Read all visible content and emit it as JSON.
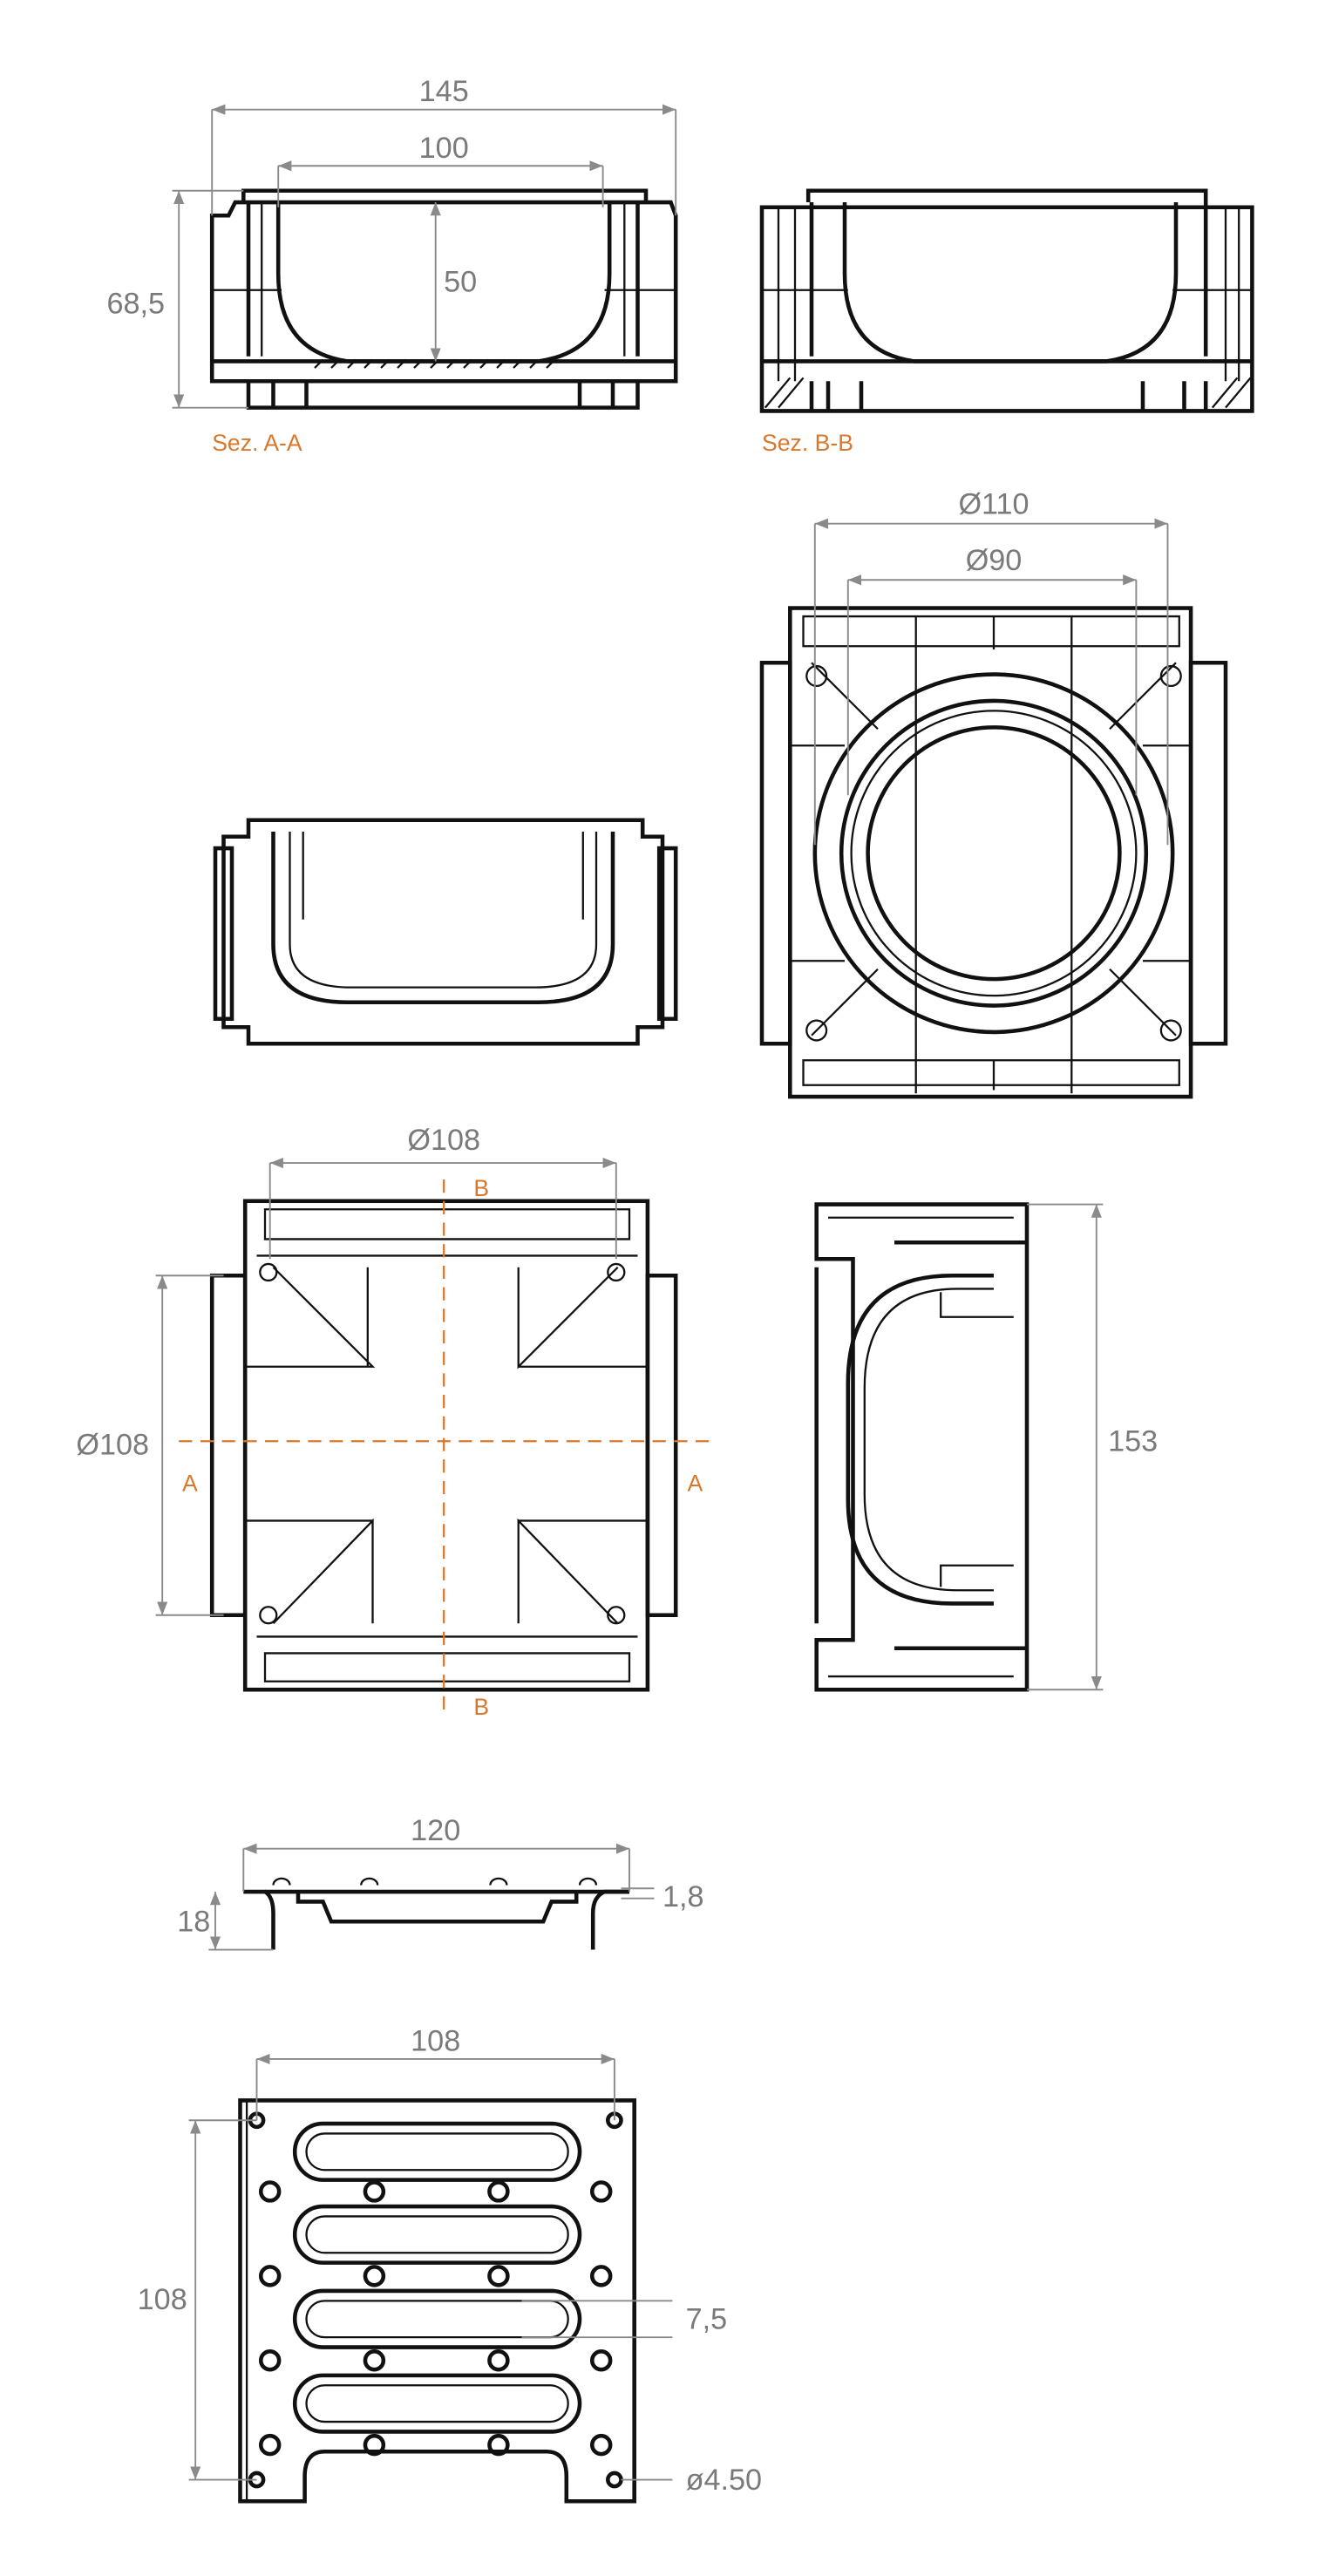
{
  "sections": {
    "section_a": {
      "label": "Sez. A-A",
      "width_outer": "145",
      "width_inner": "100",
      "depth": "50",
      "height": "68,5"
    },
    "section_b": {
      "label": "Sez. B-B"
    }
  },
  "top_view": {
    "outer_diameter": "Ø110",
    "inner_diameter": "Ø90"
  },
  "plan_view": {
    "width": "Ø108",
    "height": "Ø108",
    "cut_a": "A",
    "cut_b": "B"
  },
  "side_view": {
    "length": "153"
  },
  "grate_side": {
    "width": "120",
    "height": "18",
    "thickness": "1,8"
  },
  "grate_plan": {
    "width": "108",
    "height": "108",
    "slot_width": "7,5",
    "hole_diameter": "ø4.50"
  },
  "colors": {
    "lines": "#111111",
    "dimensions": "#7a7a7a",
    "section_labels": "#d9782d"
  }
}
